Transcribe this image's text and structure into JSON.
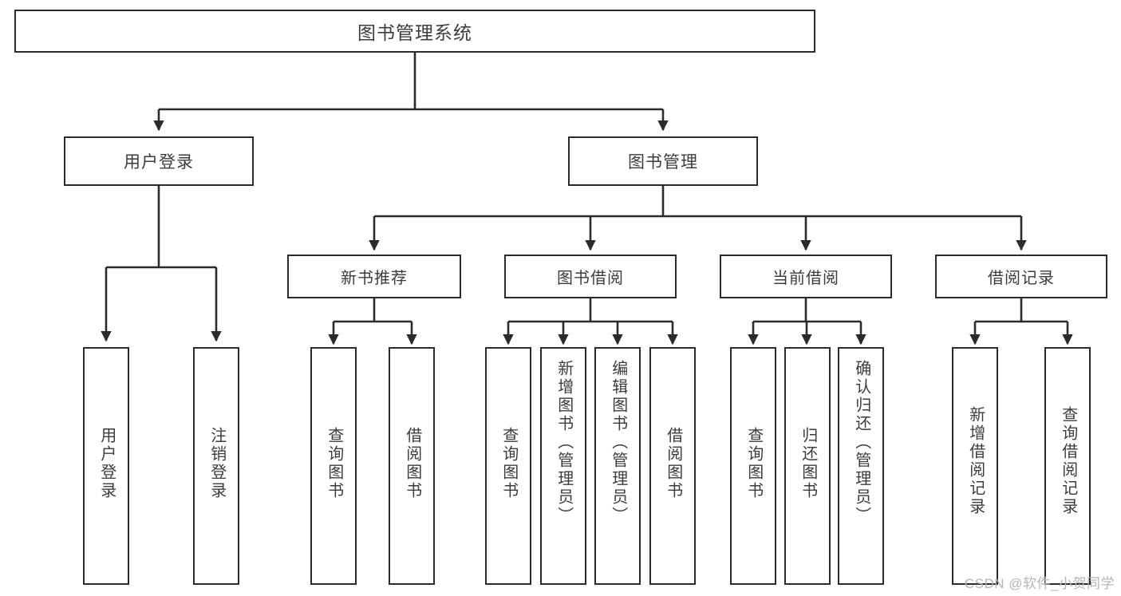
{
  "diagram": {
    "title": "图书管理系统",
    "type": "tree-hierarchy",
    "watermark": "CSDN @软件_小贺同学",
    "colors": {
      "box_border": "#2b2b2b",
      "box_fill": "#ffffff",
      "text": "#3c3c3c",
      "edge": "#2b2b2b",
      "watermark": "#b4b4b4",
      "background": "#ffffff"
    }
  },
  "nodes": {
    "root": {
      "label": "图书管理系统"
    },
    "level1": [
      {
        "id": "user-login",
        "label": "用户登录"
      },
      {
        "id": "book-manage",
        "label": "图书管理"
      }
    ],
    "level2": [
      {
        "id": "new-book-recommend",
        "label": "新书推荐"
      },
      {
        "id": "book-borrow",
        "label": "图书借阅"
      },
      {
        "id": "current-borrow",
        "label": "当前借阅"
      },
      {
        "id": "borrow-record",
        "label": "借阅记录"
      }
    ],
    "leaves": {
      "user_login": [
        {
          "id": "leaf-user-login",
          "label": "用户登录"
        },
        {
          "id": "leaf-logout-login",
          "label": "注销登录"
        }
      ],
      "new_book_recommend": [
        {
          "id": "leaf-query-book-1",
          "label": "查询图书"
        },
        {
          "id": "leaf-borrow-book-1",
          "label": "借阅图书"
        }
      ],
      "book_borrow": [
        {
          "id": "leaf-query-book-2",
          "label": "查询图书"
        },
        {
          "id": "leaf-add-book",
          "label": "新增图书（管理员）"
        },
        {
          "id": "leaf-edit-book",
          "label": "编辑图书（管理员）"
        },
        {
          "id": "leaf-borrow-book-2",
          "label": "借阅图书"
        }
      ],
      "current_borrow": [
        {
          "id": "leaf-query-book-3",
          "label": "查询图书"
        },
        {
          "id": "leaf-return-book",
          "label": "归还图书"
        },
        {
          "id": "leaf-confirm-return",
          "label": "确认归还（管理员）"
        }
      ],
      "borrow_record": [
        {
          "id": "leaf-add-record",
          "label": "新增借阅记录"
        },
        {
          "id": "leaf-query-record",
          "label": "查询借阅记录"
        }
      ]
    }
  }
}
